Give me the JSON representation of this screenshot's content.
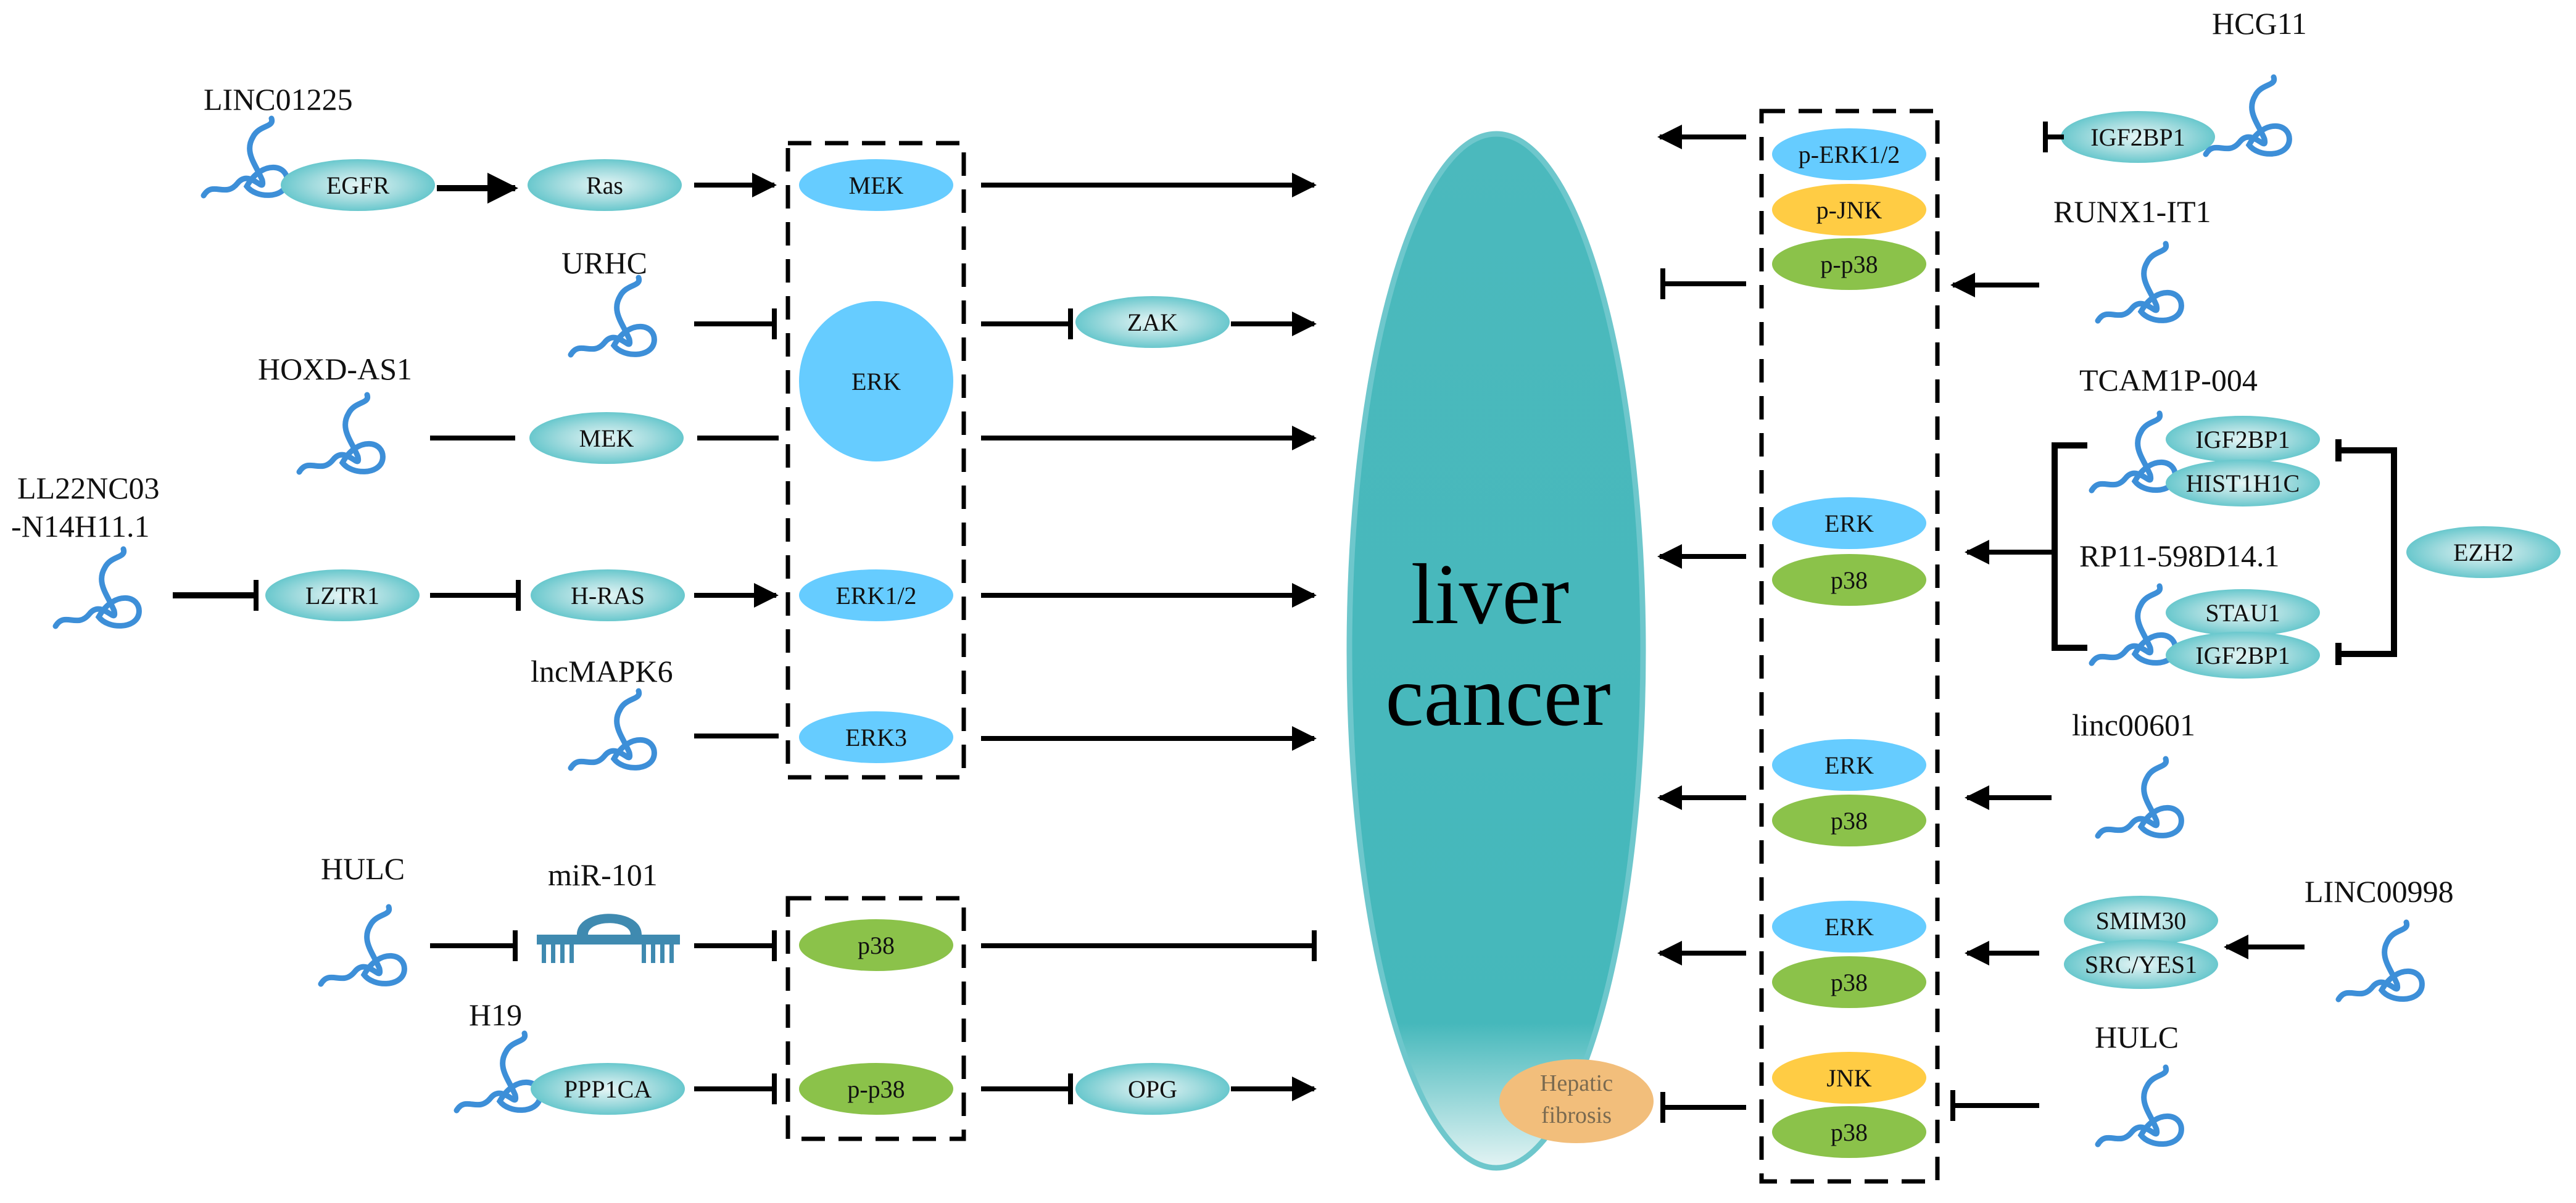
{
  "center": {
    "line1": "liver",
    "line2": "cancer"
  },
  "left": {
    "linc01225": {
      "label": "LINC01225",
      "egfr": "EGFR",
      "ras": "Ras",
      "mek": "MEK"
    },
    "urhc": {
      "label": "URHC",
      "erk": "ERK",
      "zak": "ZAK"
    },
    "hoxd": {
      "label": "HOXD-AS1",
      "mek": "MEK"
    },
    "ll22": {
      "label1": "LL22NC03",
      "label2": "-N14H11.1",
      "lztr1": "LZTR1",
      "hras": "H-RAS",
      "erk12": "ERK1/2"
    },
    "lncmapk6": {
      "label": "lncMAPK6",
      "erk3": "ERK3"
    },
    "hulc": {
      "label": "HULC",
      "mir": "miR-101",
      "p38": "p38"
    },
    "h19": {
      "label": "H19",
      "ppp1ca": "PPP1CA",
      "pp38": "p-p38",
      "opg": "OPG"
    }
  },
  "right": {
    "hcg11": {
      "label": "HCG11",
      "igf2bp1": "IGF2BP1",
      "perk": "p-ERK1/2",
      "pjnk": "p-JNK",
      "pp38": "p-p38"
    },
    "runx1": {
      "label": "RUNX1-IT1"
    },
    "tcam": {
      "label": "TCAM1P-004",
      "igf2bp1": "IGF2BP1",
      "hist": "HIST1H1C",
      "erk": "ERK",
      "p38": "p38"
    },
    "rp11": {
      "label": "RP11-598D14.1",
      "stau1": "STAU1",
      "igf2bp1": "IGF2BP1"
    },
    "ezh2": {
      "label": "EZH2"
    },
    "linc00601": {
      "label": "linc00601",
      "erk": "ERK",
      "p38": "p38"
    },
    "linc00998": {
      "label": "LINC00998",
      "smim30": "SMIM30",
      "src": "SRC/YES1",
      "erk": "ERK",
      "p38": "p38"
    },
    "hulc": {
      "label": "HULC",
      "jnk": "JNK",
      "p38": "p38"
    },
    "fibrosis": {
      "line1": "Hepatic",
      "line2": "fibrosis"
    }
  },
  "colors": {
    "teal": "#5bc3c9",
    "teal_light": "#bfe9ea",
    "blue": "#66ccff",
    "green": "#8bc24a",
    "yellow": "#ffcc44",
    "orange": "#f2be7b",
    "rna": "#3d8fd8"
  }
}
